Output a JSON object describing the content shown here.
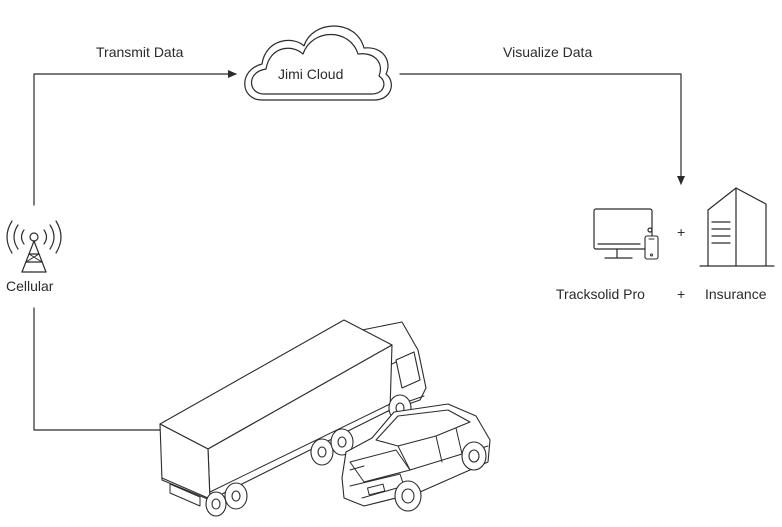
{
  "cloud": {
    "label": "Jimi Cloud"
  },
  "flows": {
    "transmit": "Transmit Data",
    "visualize": "Visualize Data"
  },
  "cellular": {
    "label": "Cellular"
  },
  "platforms": {
    "plus_top": "+",
    "plus_bottom": "+",
    "tracksolid": "Tracksolid Pro",
    "insurance": "Insurance"
  },
  "colors": {
    "line": "#2b2b2b",
    "background": "#ffffff"
  }
}
